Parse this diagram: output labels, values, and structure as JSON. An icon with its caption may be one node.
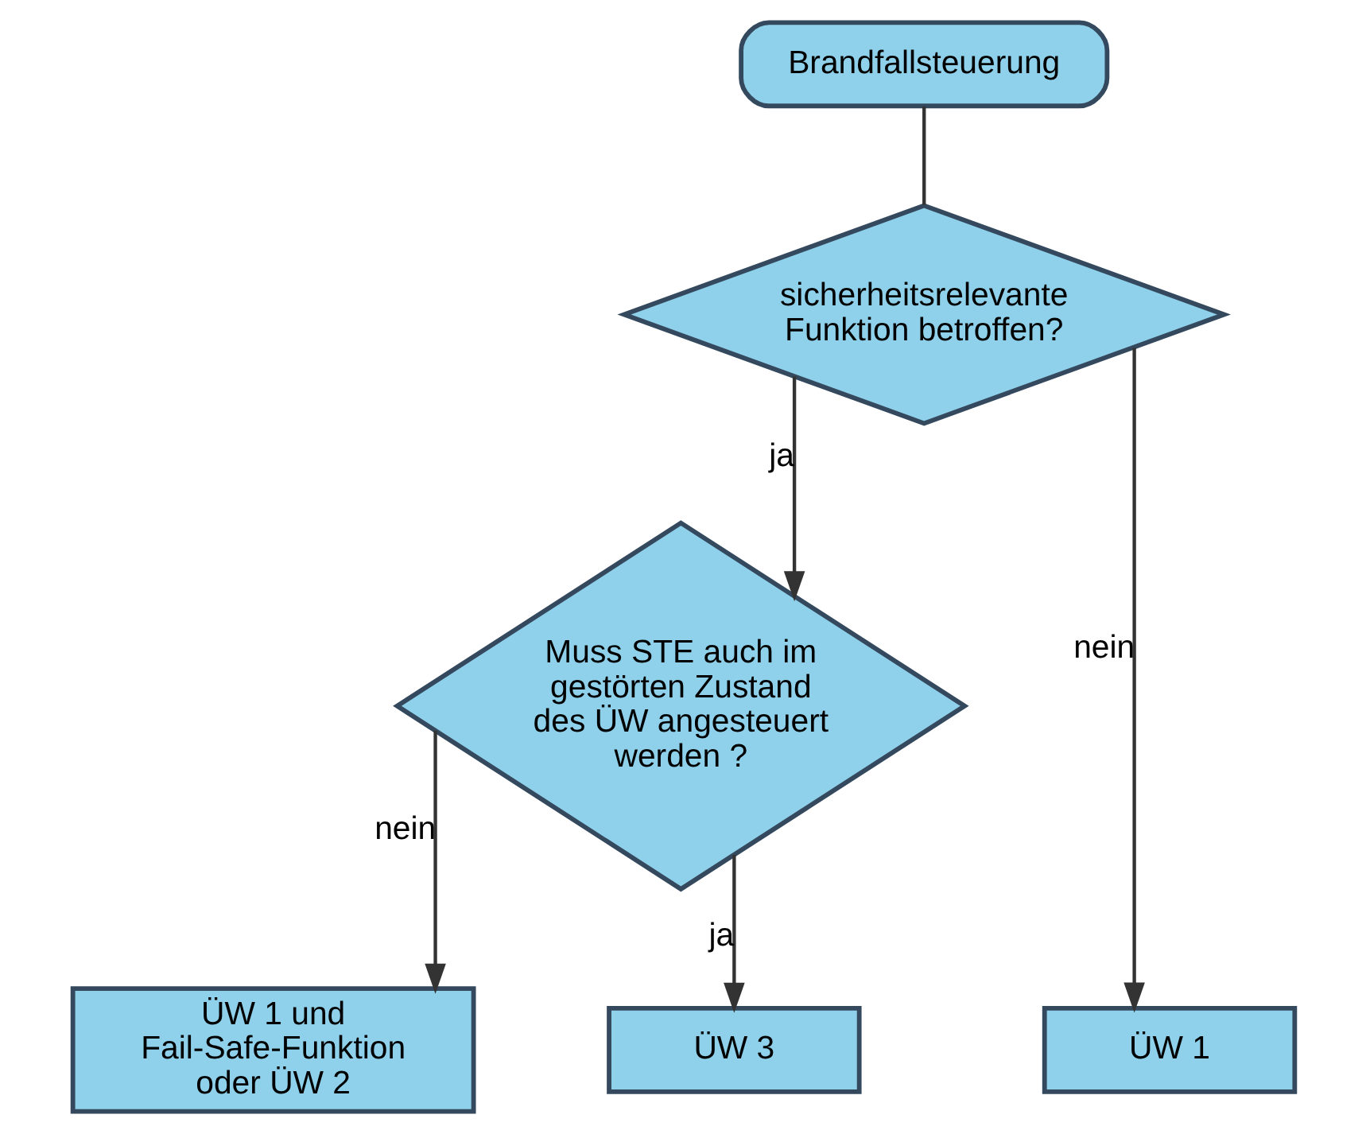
{
  "diagram": {
    "nodes": [
      {
        "text": [
          "Brandfallsteuerung"
        ]
      },
      {
        "text": [
          "sicherheitsrelevante Funktion betroffen?"
        ]
      },
      {
        "text": [
          "Muss STE auch im gestörten Zustand des ÜW angesteuert werden ?"
        ]
      },
      {
        "text": [
          "ÜW 1"
        ]
      },
      {
        "text": [
          "ÜW 1 und Fail-Safe-Funktion oder ÜW 2"
        ]
      },
      {
        "text": [
          "ÜW 3"
        ]
      }
    ],
    "edges": [
      {
        "from": 0,
        "to": 1,
        "arrow": "none"
      },
      {
        "from": 1,
        "to": 3,
        "arrow": "to",
        "label": "nein"
      },
      {
        "from": 1,
        "to": 2,
        "arrow": "to",
        "label": "ja"
      },
      {
        "from": 2,
        "to": 4,
        "arrow": "to",
        "label": "nein"
      },
      {
        "from": 2,
        "to": 5,
        "arrow": "to",
        "label": "ja"
      }
    ]
  }
}
